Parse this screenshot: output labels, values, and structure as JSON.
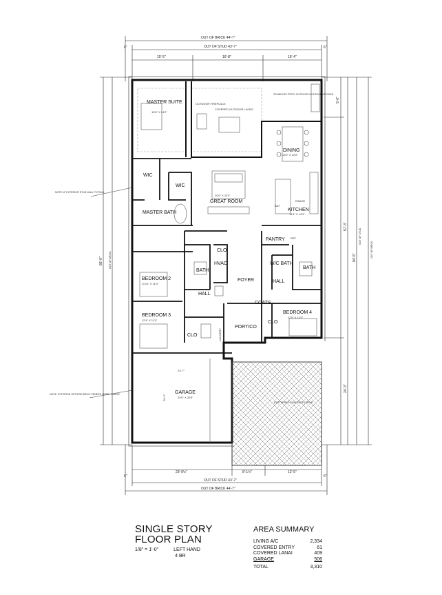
{
  "dimensions": {
    "top_out_of_brick": "OUT OF BRICK   44'-7\"",
    "top_out_of_stud": "OUT OF STUD   43'-7\"",
    "top_seg_left": "15'-5\"",
    "top_seg_mid": "16'-8\"",
    "top_seg_right": "15'-4\"",
    "bottom_seg_left": "23'-0½\"",
    "bottom_seg_mid": "8'-1½\"",
    "bottom_seg_right": "12'-5\"",
    "bottom_out_of_stud": "OUT OF STUD   43'-7\"",
    "bottom_out_of_brick": "OUT OF BRICK   44'-7\"",
    "left_overall": "86'-0\"",
    "left_out_of_brick": "OUT OF BRICK",
    "right_overall": "84'-5\"",
    "right_out_of_brick": "OUT OF BRICK",
    "right_out_of_stud": "OUT OF STUD",
    "right_mid": "57'-3\"",
    "right_lower": "24'-3\"",
    "right_upper": "5'-6\"",
    "edge_top_a": "6\"",
    "edge_top_b": "6\"",
    "edge_bot_a": "6\"",
    "edge_bot_b": "6\""
  },
  "rooms": {
    "master_suite": "MASTER SUITE",
    "master_suite_size": "13'8\" X 14'2\"",
    "outdoor_fireplace": "OUTDOOR FIREPLACE",
    "covered_outdoor_living": "COVERED OUTDOOR LIVING",
    "stainless_note": "STAINLESS STEEL OUTDOOR OUTDOOR KITCHEN",
    "dining": "DINING",
    "dining_size": "13'0\" X 12'0\"",
    "wic_1": "WIC",
    "wic_2": "WIC",
    "great_room": "GREAT ROOM",
    "great_room_size": "20'0\" X 23'3\"",
    "master_bath": "MASTER BATH",
    "range": "RANGE",
    "bay": "BAY",
    "kitchen": "KITCHEN",
    "kitchen_size": "14'4\" X 14'0\"",
    "pantry": "PANTRY",
    "ref": "REF",
    "bedroom_2": "BEDROOM 2",
    "bedroom_2_size": "11'10\" X 11'0\"",
    "bath_left": "BATH",
    "hvac": "HVAC",
    "foyer": "FOYER",
    "wd_bath": "W/C BATH",
    "bath_right": "BATH",
    "hall_right": "HALL",
    "hall_left": "HALL",
    "clo": "CLO",
    "coats": "COATS",
    "bedroom_3": "BEDROOM 3",
    "bedroom_3_size": "12'4\" X 11'4\"",
    "bedroom_4": "BEDROOM 4",
    "bedroom_4_size": "11'0\" X 12'0\"",
    "laundry": "LAUNDRY",
    "portico": "PORTICO",
    "clo_bed3": "CLO",
    "clo_bed4": "CLO",
    "garage": "GARAGE",
    "garage_size": "20'0\" X 20'8\"",
    "driveway": "(PATTERNED CONCRETE) DRIVE",
    "garage_width": "23'-7\"",
    "garage_depth": "20'-5\""
  },
  "notes": {
    "note_1": "NOTE: 8\" EXTERIOR STUD WALL TYPICAL",
    "note_2": "NOTE: EXTERIOR OPTIONS BRICK VENEER / EIFS / SIDING"
  },
  "title": {
    "line1": "SINGLE STORY",
    "line2": "FLOOR PLAN",
    "scale": "1/8\" = 1'-0\"",
    "hand": "LEFT HAND",
    "bedrooms": "4 BR"
  },
  "area_summary": {
    "heading": "AREA SUMMARY",
    "rows": [
      {
        "label": "LIVING A/C",
        "value": "2,334"
      },
      {
        "label": "COVERED ENTRY",
        "value": "61"
      },
      {
        "label": "COVERED LANAI",
        "value": "409"
      },
      {
        "label": "GARAGE",
        "value": "506"
      }
    ],
    "total_label": "TOTAL",
    "total_value": "3,310"
  }
}
